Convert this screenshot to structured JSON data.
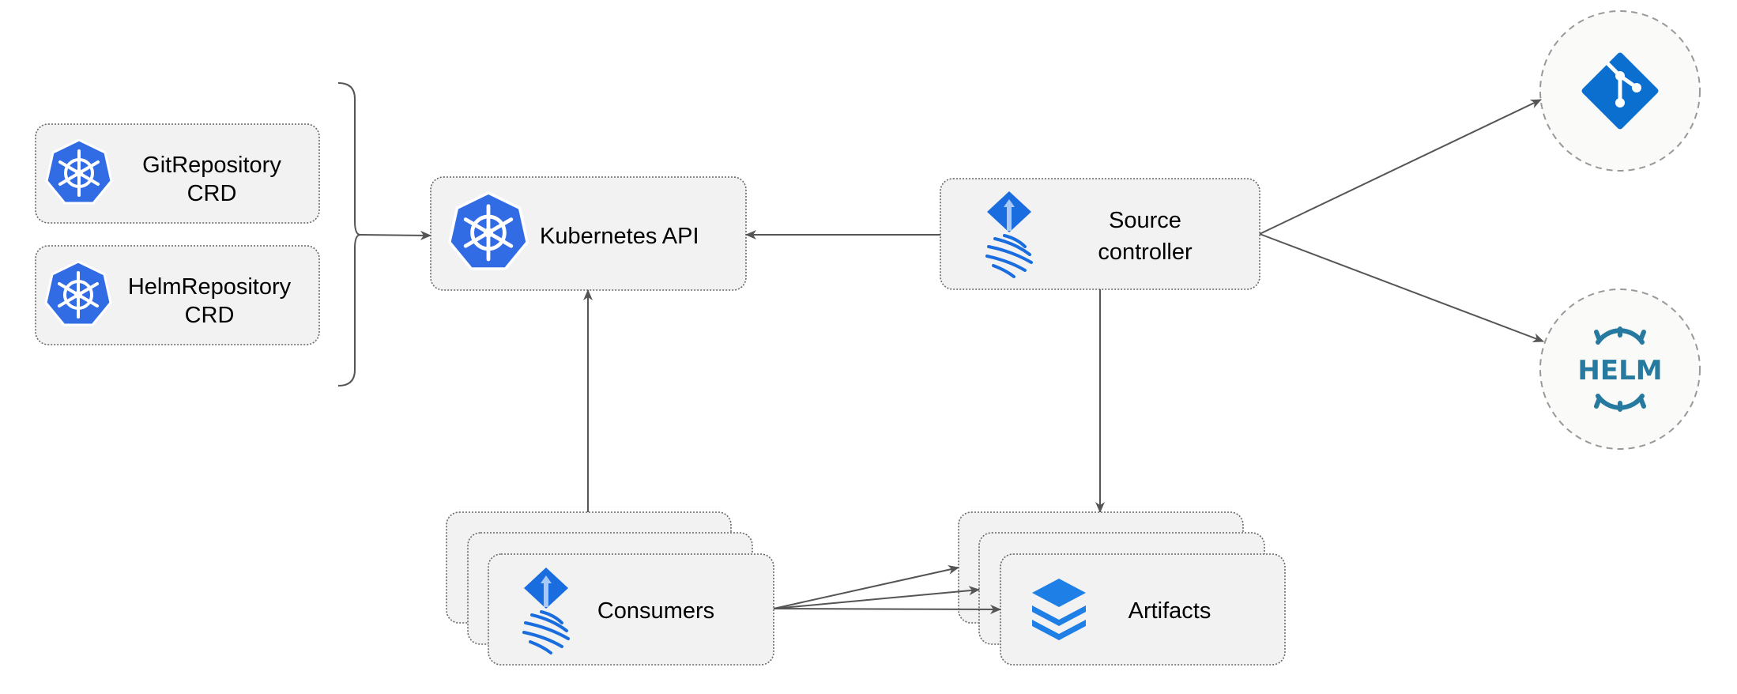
{
  "nodes": {
    "git_repository": {
      "line1": "GitRepository",
      "line2": "CRD",
      "icon": "kubernetes-icon"
    },
    "helm_repository": {
      "line1": "HelmRepository",
      "line2": "CRD",
      "icon": "kubernetes-icon"
    },
    "kubernetes_api": {
      "label": "Kubernetes API",
      "icon": "kubernetes-icon"
    },
    "source_controller": {
      "line1": "Source",
      "line2": "controller",
      "icon": "flux-icon"
    },
    "git": {
      "icon": "git-icon"
    },
    "helm": {
      "logo_text": "HELM",
      "icon": "helm-icon"
    },
    "consumers": {
      "label": "Consumers",
      "icon": "flux-icon"
    },
    "artifacts": {
      "label": "Artifacts",
      "icon": "layers-icon"
    }
  },
  "colors": {
    "kubernetes": "#326ce5",
    "flux": "#1a6ddf",
    "git": "#0a6fcf",
    "helm": "#277a9f",
    "node_fill": "#f2f2f2",
    "edge": "#555555"
  }
}
